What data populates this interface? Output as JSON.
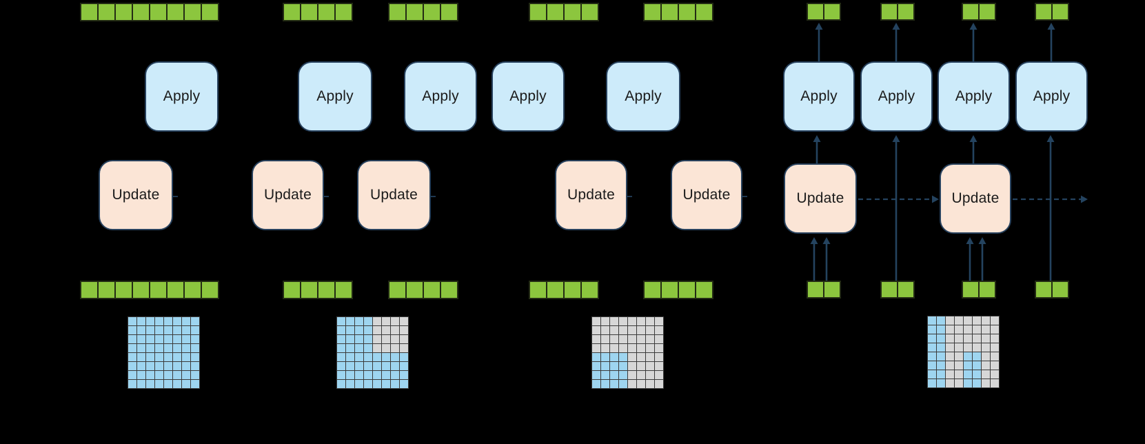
{
  "figure": {
    "description": "Chunkwise update-apply diagram with token sequences, Apply and Update blocks, and 8x8 state-coverage matrices",
    "background": "#000000"
  },
  "labels": {
    "apply": "Apply",
    "update": "Update"
  },
  "colors": {
    "token_green": "#8CC63E",
    "token_border": "#232B14",
    "apply_fill": "#CDEBFA",
    "update_fill": "#FBE5D6",
    "box_border": "#28425E",
    "matrix_blue": "#9ED5F0",
    "matrix_gray": "#D7D7D7",
    "matrix_border": "#3B3B3B",
    "arrow": "#24435F",
    "label_text": "#1A1A1A"
  },
  "panels": [
    {
      "id": "panel-1",
      "top_token_groups": [
        8
      ],
      "bottom_token_groups": [
        8
      ],
      "apply_count": 1,
      "update_count": 1,
      "matrix_rows": [
        "BBBBBBBB",
        "BBBBBBBB",
        "BBBBBBBB",
        "BBBBBBBB",
        "BBBBBBBB",
        "BBBBBBBB",
        "BBBBBBBB",
        "BBBBBBBB"
      ]
    },
    {
      "id": "panel-2",
      "top_token_groups": [
        4,
        4
      ],
      "bottom_token_groups": [
        4,
        4
      ],
      "apply_count": 2,
      "update_count": 2,
      "matrix_rows": [
        "BBBBGGGG",
        "BBBBGGGG",
        "BBBBGGGG",
        "BBBBGGGG",
        "BBBBBBBB",
        "BBBBBBBB",
        "BBBBBBBB",
        "BBBBBBBB"
      ]
    },
    {
      "id": "panel-3",
      "top_token_groups": [
        4,
        4
      ],
      "bottom_token_groups": [
        4,
        4
      ],
      "apply_count": 2,
      "update_count": 2,
      "matrix_rows": [
        "GGGGGGGG",
        "GGGGGGGG",
        "GGGGGGGG",
        "GGGGGGGG",
        "BBBBGGGG",
        "BBBBGGGG",
        "BBBBGGGG",
        "BBBBGGGG"
      ]
    },
    {
      "id": "panel-4",
      "top_token_groups": [
        2,
        2,
        2,
        2
      ],
      "bottom_token_groups": [
        2,
        2,
        2,
        2
      ],
      "apply_count": 4,
      "update_count": 2,
      "has_arrows": true,
      "matrix_rows": [
        "BBGGGGGG",
        "BBGGGGGG",
        "BBGGGGGG",
        "BBGGGGGG",
        "BBGGBBGG",
        "BBGGBBGG",
        "BBGGBBGG",
        "BBGGBBGG"
      ]
    }
  ]
}
